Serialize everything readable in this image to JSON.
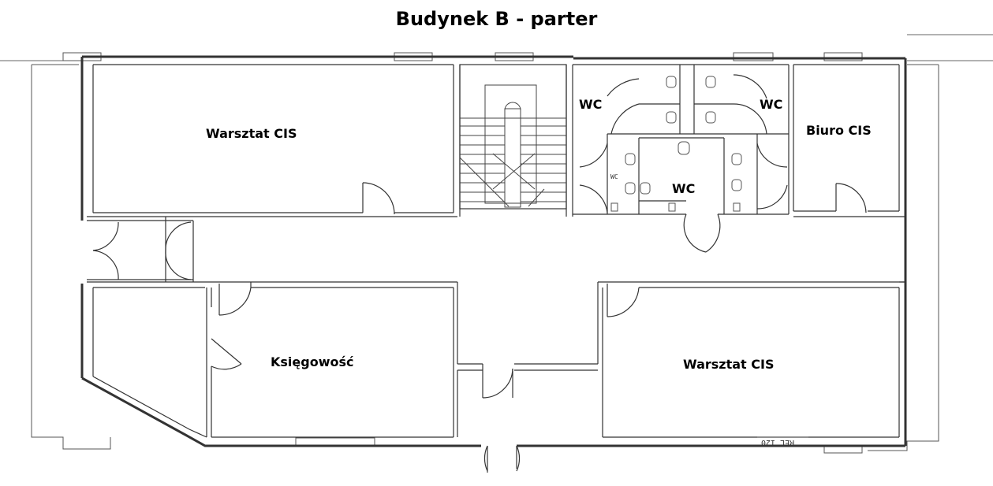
{
  "title": "Budynek B - parter",
  "rooms": {
    "warsztat_top": "Warsztat CIS",
    "wc_top_left": "WC",
    "wc_top_right": "WC",
    "wc_center": "WC",
    "biuro": "Biuro CIS",
    "ksiegowosc": "Księgowość",
    "warsztat_bottom": "Warsztat CIS"
  },
  "marks": {
    "wc_small": "WC",
    "ref_stamp": "REL 120"
  },
  "colors": {
    "wall": "#333333",
    "thin_line": "#555555",
    "background": "#ffffff"
  }
}
